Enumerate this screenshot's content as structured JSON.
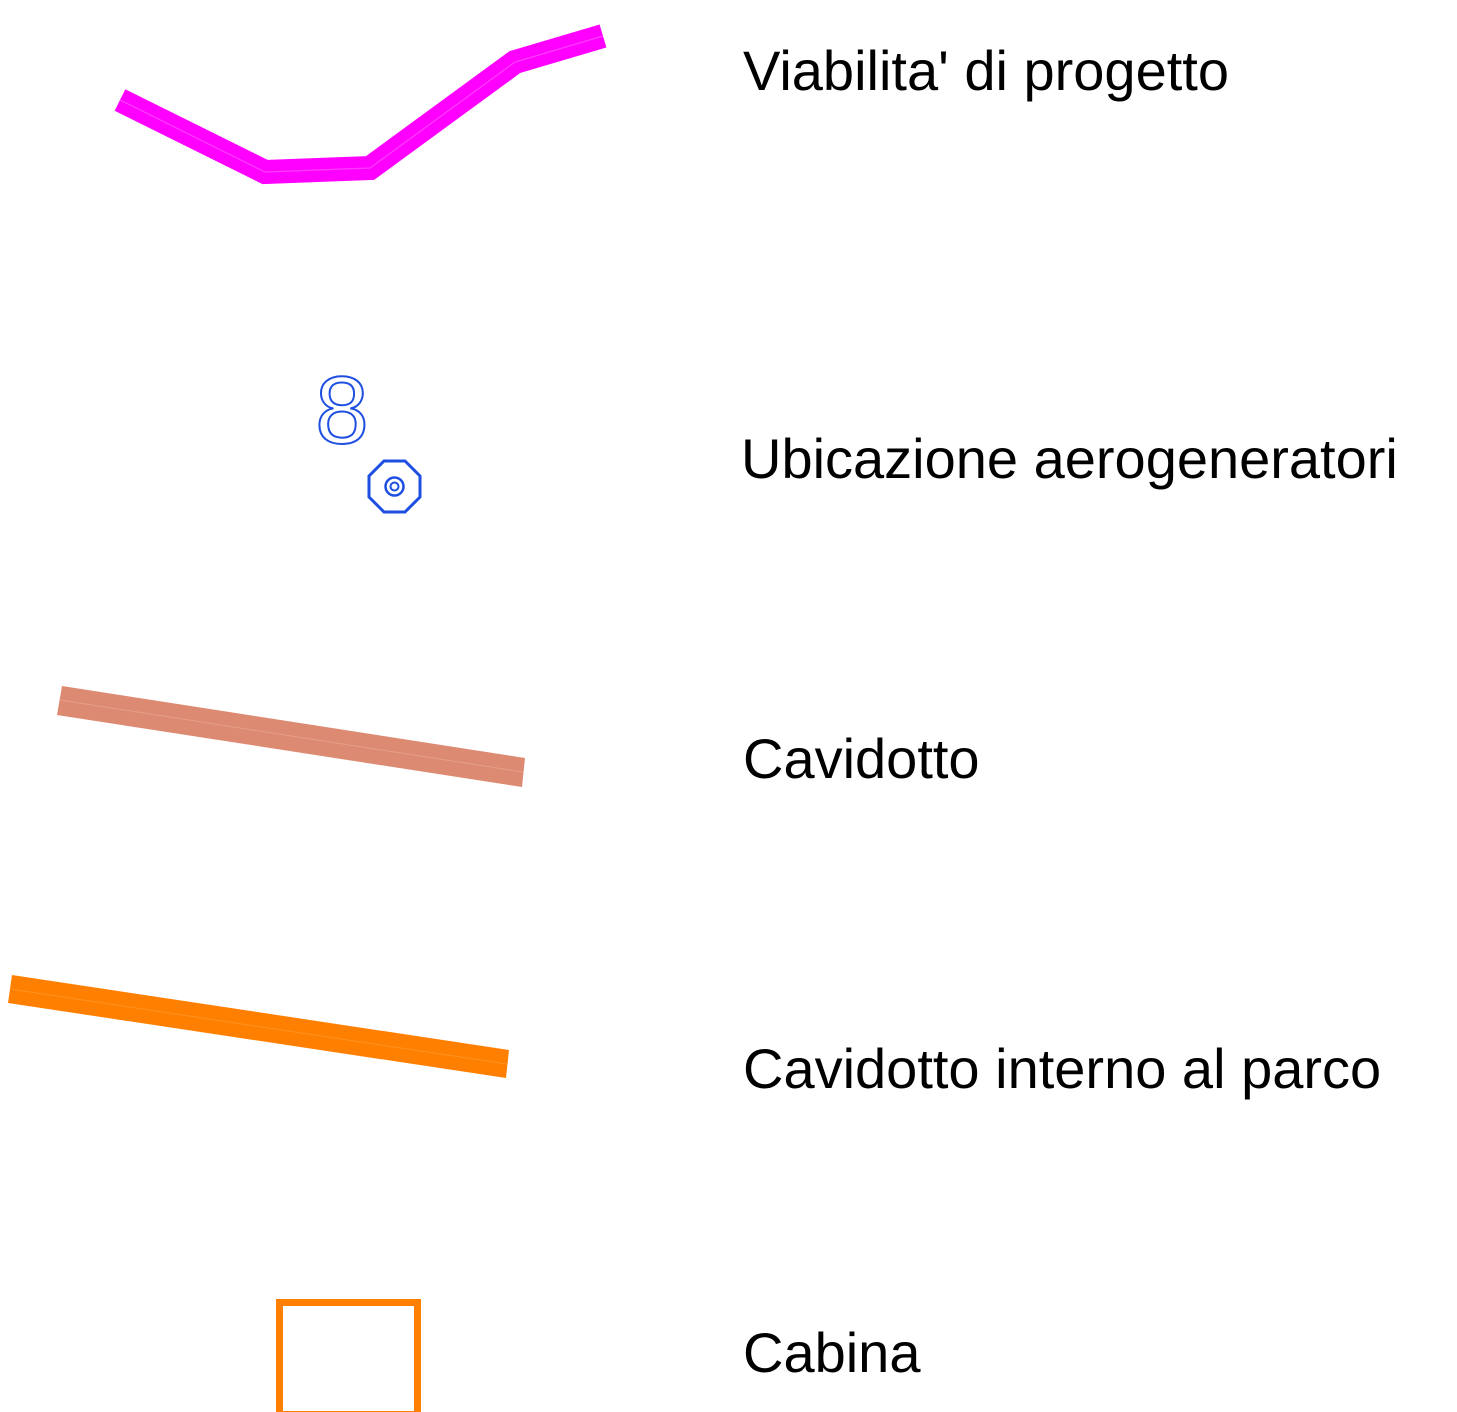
{
  "legend": {
    "items": [
      {
        "label": "Viabilita' di progetto",
        "symbol": "magenta-road-line-icon",
        "color": "#ff00ff"
      },
      {
        "label": "Ubicazione aerogeneratori",
        "symbol": "wind-turbine-marker-icon",
        "color": "#1f4fe0"
      },
      {
        "label": "Cavidotto",
        "symbol": "salmon-cable-line-icon",
        "color": "#dd8a72"
      },
      {
        "label": "Cavidotto interno al parco",
        "symbol": "orange-cable-line-icon",
        "color": "#ff8000"
      },
      {
        "label": "Cabina",
        "symbol": "cabin-square-icon",
        "color": "#ff8000"
      }
    ]
  },
  "turbine_marker": {
    "number": "8"
  }
}
